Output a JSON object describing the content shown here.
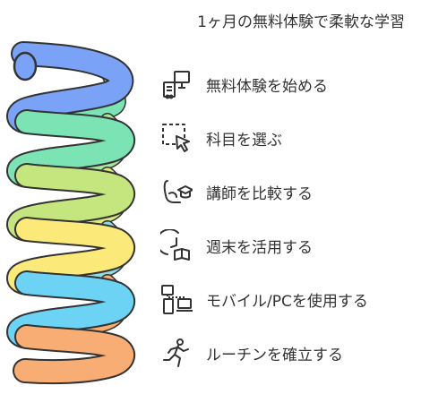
{
  "title": "1ヶ月の無料体験で柔軟な学習",
  "steps": [
    {
      "label": "無料体験を始める",
      "icon": "computer-icon",
      "color": "#7aa2f7"
    },
    {
      "label": "科目を選ぶ",
      "icon": "cursor-select-icon",
      "color": "#7be3b4"
    },
    {
      "label": "講師を比較する",
      "icon": "student-teacher-icon",
      "color": "#c5e67e"
    },
    {
      "label": "週末を活用する",
      "icon": "clock-book-icon",
      "color": "#fbe97a"
    },
    {
      "label": "モバイル/PCを使用する",
      "icon": "devices-icon",
      "color": "#6cd3f5"
    },
    {
      "label": "ルーチンを確立する",
      "icon": "running-person-icon",
      "color": "#f8ad74"
    }
  ]
}
